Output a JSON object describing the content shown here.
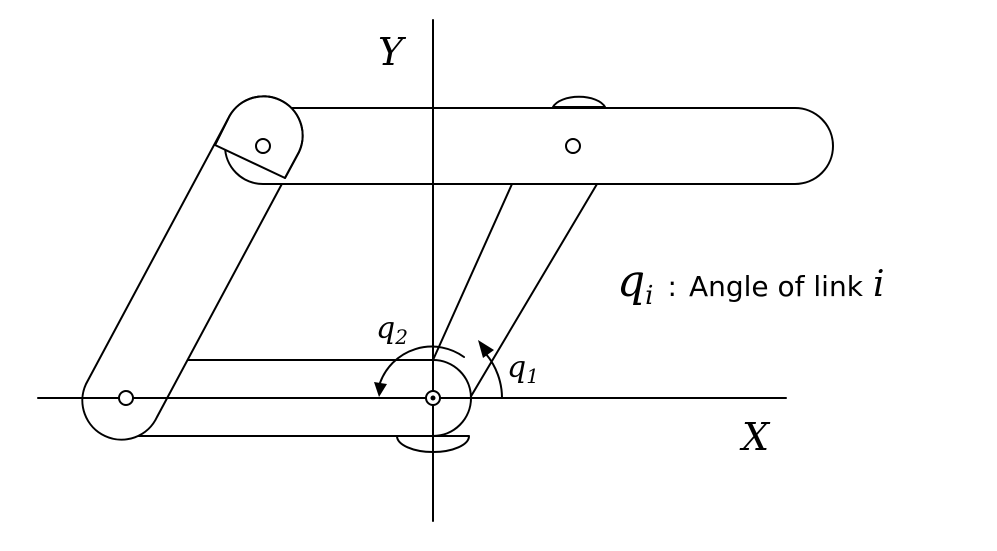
{
  "axes": {
    "x_label": "X",
    "y_label": "Y"
  },
  "angles": {
    "q1": {
      "symbol": "q",
      "subscript": "1"
    },
    "q2": {
      "symbol": "q",
      "subscript": "2"
    }
  },
  "legend": {
    "symbol": "q",
    "subscript": "i",
    "separator": ":",
    "text": "Angle of link",
    "index": "i"
  },
  "colors": {
    "ink": "#000000",
    "background": "#ffffff"
  }
}
